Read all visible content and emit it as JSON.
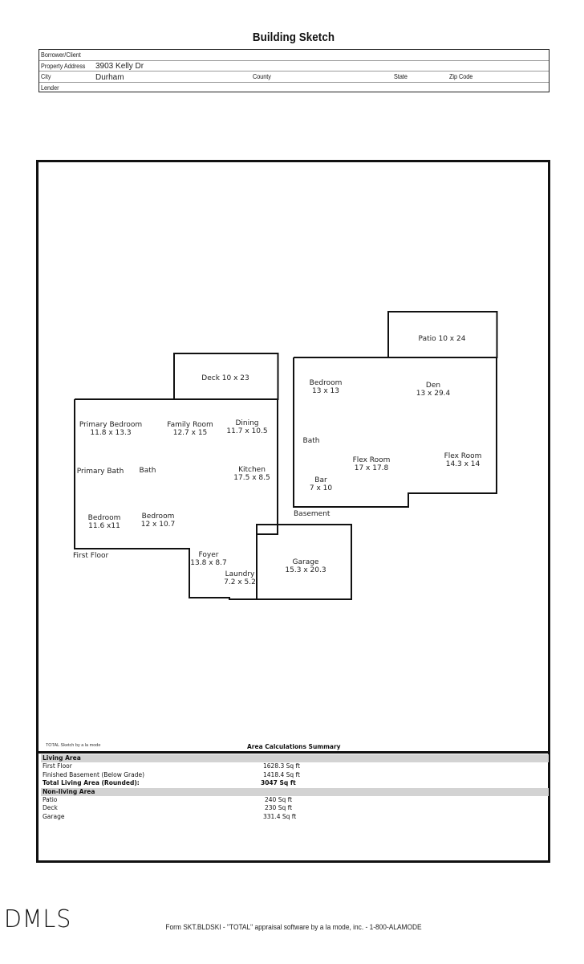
{
  "document": {
    "title": "Building Sketch",
    "header": {
      "borrower_label": "Borrower/Client",
      "borrower_value": "",
      "address_label": "Property Address",
      "address_value": "3903 Kelly Dr",
      "city_label": "City",
      "city_value": "Durham",
      "county_label": "County",
      "state_label": "State",
      "zip_label": "Zip Code",
      "lender_label": "Lender"
    }
  },
  "sketch": {
    "first_floor_label": "First Floor",
    "basement_label": "Basement",
    "rooms": {
      "deck": {
        "name": "Deck 10 x 23"
      },
      "primary_bedroom": {
        "name": "Primary Bedroom",
        "dims": "11.8 x 13.3"
      },
      "family_room": {
        "name": "Family Room",
        "dims": "12.7 x 15"
      },
      "dining": {
        "name": "Dining",
        "dims": "11.7 x 10.5"
      },
      "primary_bath": {
        "name": "Primary Bath"
      },
      "bath_first": {
        "name": "Bath"
      },
      "kitchen": {
        "name": "Kitchen",
        "dims": "17.5 x 8.5"
      },
      "bedroom_a": {
        "name": "Bedroom",
        "dims": "11.6 x11"
      },
      "bedroom_b": {
        "name": "Bedroom",
        "dims": "12 x 10.7"
      },
      "foyer": {
        "name": "Foyer",
        "dims": "13.8 x 8.7"
      },
      "laundry": {
        "name": "Laundry",
        "dims": "7.2 x 5.2"
      },
      "garage": {
        "name": "Garage",
        "dims": "15.3 x 20.3"
      },
      "patio": {
        "name": "Patio 10 x 24"
      },
      "bedroom_basement": {
        "name": "Bedroom",
        "dims": "13 x 13"
      },
      "den": {
        "name": "Den",
        "dims": "13 x 29.4"
      },
      "bath_basement": {
        "name": "Bath"
      },
      "flex_room_a": {
        "name": "Flex Room",
        "dims": "17 x 17.8"
      },
      "flex_room_b": {
        "name": "Flex Room",
        "dims": "14.3 x 14"
      },
      "bar": {
        "name": "Bar",
        "dims": "7 x 10"
      }
    }
  },
  "summary": {
    "credit": "TOTAL Sketch by a la mode",
    "title": "Area Calculations Summary",
    "living_header": "Living Area",
    "living_rows": [
      {
        "label": "First Floor",
        "value": "1628.3 Sq ft"
      },
      {
        "label": "Finished Basement (Below Grade)",
        "value": "1418.4 Sq ft"
      }
    ],
    "total_label": "Total Living Area (Rounded):",
    "total_value": "3047 Sq ft",
    "nonliving_header": "Non-living Area",
    "nonliving_rows": [
      {
        "label": "Patio",
        "value": "240 Sq ft"
      },
      {
        "label": "Deck",
        "value": "230 Sq ft"
      },
      {
        "label": "Garage",
        "value": "331.4 Sq ft"
      }
    ]
  },
  "footer": {
    "logo": "DMLS",
    "text": "Form SKT.BLDSKI - \"TOTAL\" appraisal software by a la mode, inc. - 1-800-ALAMODE"
  }
}
